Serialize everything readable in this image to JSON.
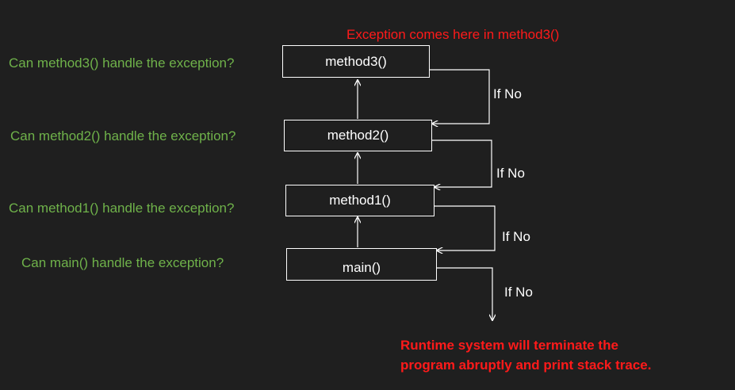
{
  "top_note": "Exception comes here in method3()",
  "questions": [
    "Can method3() handle the exception?",
    "Can method2() handle the exception?",
    "Can method1() handle the exception?",
    "Can main() handle the exception?"
  ],
  "boxes": [
    "method3()",
    "method2()",
    "method1()",
    "main()"
  ],
  "branch_label": "If No",
  "result": {
    "line1": "Runtime system will terminate the",
    "line2": "program abruptly and print stack trace."
  },
  "colors": {
    "background": "#1f1f1f",
    "question_text": "#6fb24a",
    "alert_text": "#ff1a1a",
    "lines": "#ffffff"
  }
}
